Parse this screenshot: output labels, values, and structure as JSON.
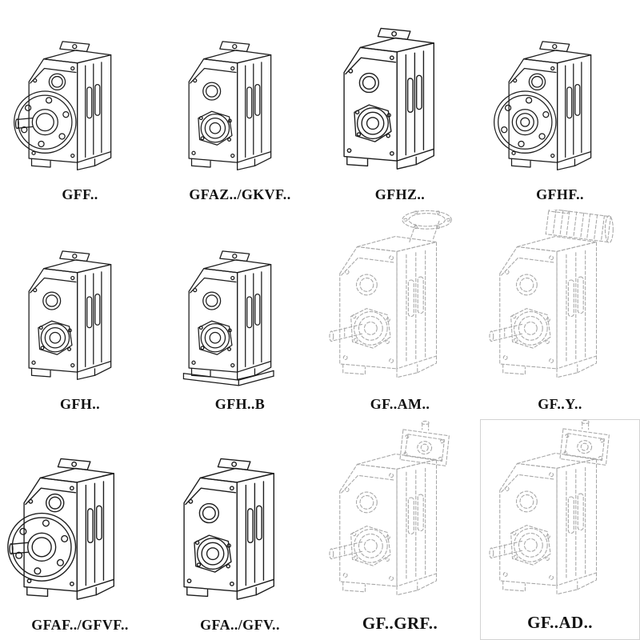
{
  "page": {
    "background": "#ffffff",
    "ink_color": "#1c1c1c",
    "faint_color": "#a8a8a8",
    "description": "Catalog sheet of parallel shaft helical gearbox model variants, isometric technical line drawings"
  },
  "catalog": {
    "items": [
      {
        "label": "GFF..",
        "drawing": "gearbox-output-flange-solid-shaft"
      },
      {
        "label": "GFAZ../GKVF..",
        "drawing": "gearbox-shaft-mounted-hollow-bore"
      },
      {
        "label": "GFHZ..",
        "drawing": "gearbox-hollow-shaft"
      },
      {
        "label": "GFHF..",
        "drawing": "gearbox-flange-hollow-shaft"
      },
      {
        "label": "GFH..",
        "drawing": "gearbox-hollow-shaft"
      },
      {
        "label": "GFH..B",
        "drawing": "gearbox-hollow-shaft-baseplate"
      },
      {
        "label": "GF..AM..",
        "drawing": "gearbox-top-output-flange-dashed"
      },
      {
        "label": "GF..Y..",
        "drawing": "gearbox-with-mounted-motor-dashed"
      },
      {
        "label": "GFAF../GFVF..",
        "drawing": "gearbox-output-flange-solid-shaft"
      },
      {
        "label": "GFA../GFV..",
        "drawing": "gearbox-shaft-mounted-hollow-bore"
      },
      {
        "label": "GF..GRF..",
        "drawing": "gearbox-input-adapter-dashed"
      },
      {
        "label": "GF..AD..",
        "drawing": "gearbox-input-adapter-dashed"
      }
    ]
  }
}
